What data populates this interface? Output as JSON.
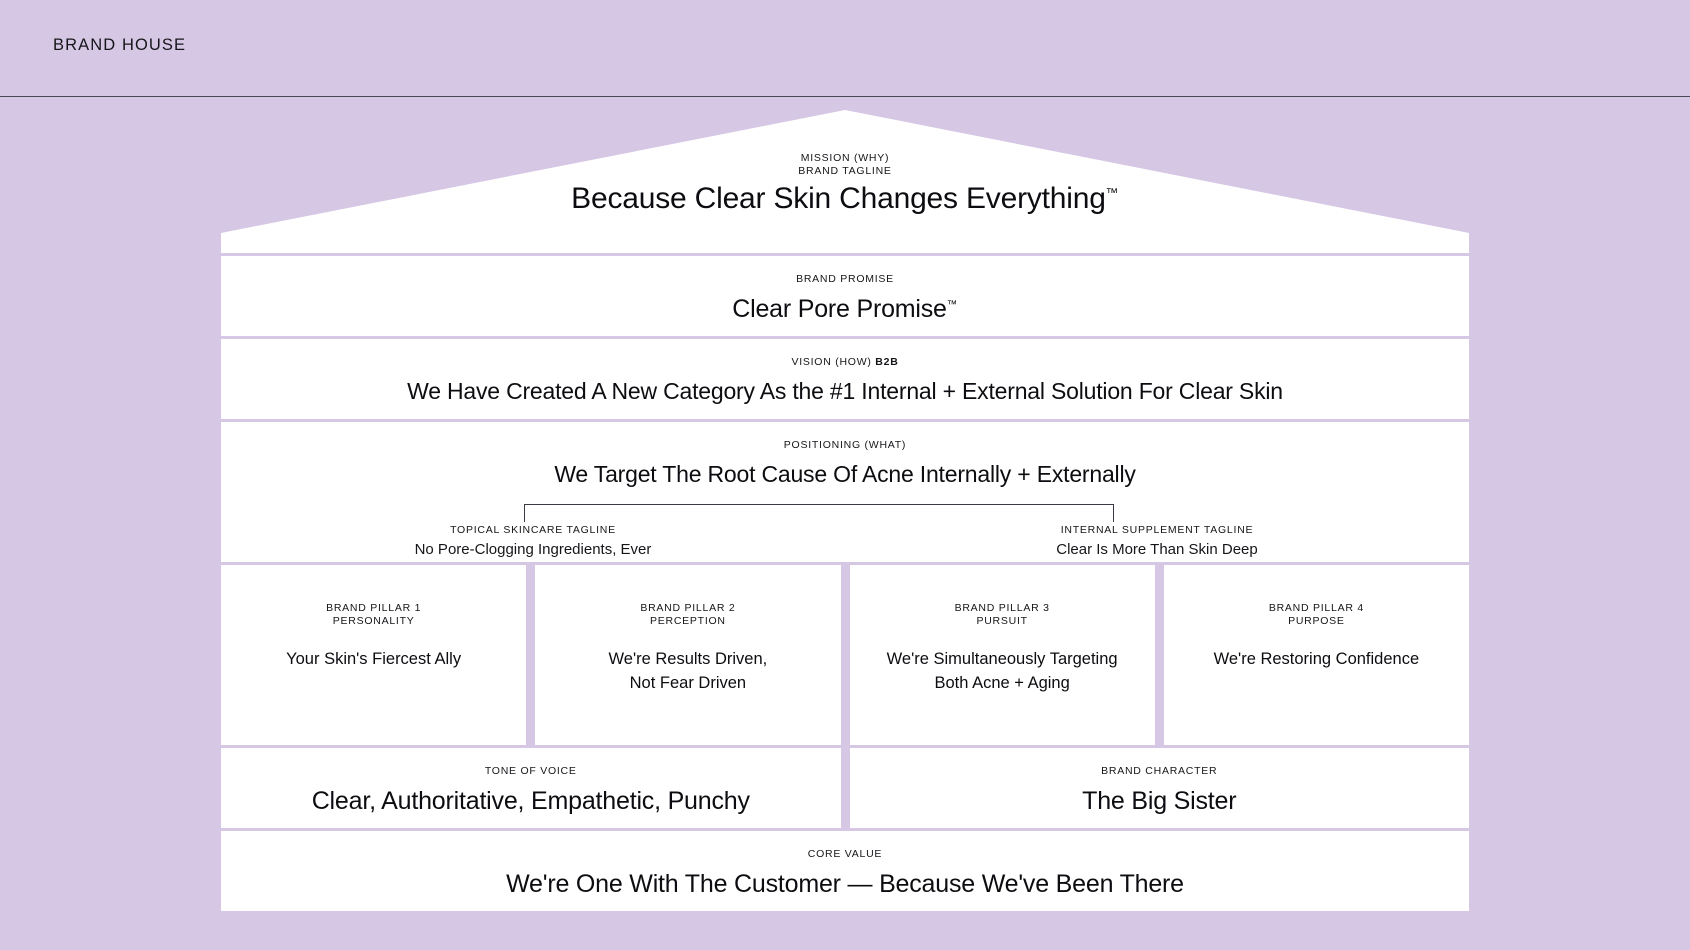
{
  "header": {
    "title": "BRAND HOUSE"
  },
  "roof": {
    "label_line_1": "MISSION (WHY)",
    "label_line_2": "BRAND TAGLINE",
    "headline": "Because Clear Skin Changes Everything",
    "trademark": "™"
  },
  "promise": {
    "label": "BRAND PROMISE",
    "headline": "Clear Pore Promise",
    "trademark": "™"
  },
  "vision": {
    "label": "VISION (HOW)",
    "label_bold": "B2B",
    "headline": "We Have Created A New Category As the #1 Internal + External Solution For Clear Skin"
  },
  "positioning": {
    "label": "POSITIONING (WHAT)",
    "headline": "We Target The Root Cause Of Acne Internally + Externally",
    "sub_taglines": [
      {
        "label": "TOPICAL SKINCARE TAGLINE",
        "value": "No Pore-Clogging Ingredients, Ever"
      },
      {
        "label": "INTERNAL SUPPLEMENT TAGLINE",
        "value": "Clear Is More Than Skin Deep"
      }
    ]
  },
  "pillars": [
    {
      "label": "BRAND PILLAR 1",
      "sublabel": "PERSONALITY",
      "text": "Your Skin's Fiercest Ally"
    },
    {
      "label": "BRAND PILLAR 2",
      "sublabel": "PERCEPTION",
      "text": "We're Results Driven,\nNot Fear Driven"
    },
    {
      "label": "BRAND PILLAR 3",
      "sublabel": "PURSUIT",
      "text": "We're Simultaneously Targeting\nBoth Acne + Aging"
    },
    {
      "label": "BRAND PILLAR 4",
      "sublabel": "PURPOSE",
      "text": "We're Restoring Confidence"
    }
  ],
  "tone_row": [
    {
      "label": "TONE OF VOICE",
      "headline": "Clear, Authoritative, Empathetic, Punchy"
    },
    {
      "label": "BRAND CHARACTER",
      "headline": "The Big Sister"
    }
  ],
  "core_value": {
    "label": "CORE VALUE",
    "headline": "We're One With The Customer — Because We've Been There"
  },
  "colors": {
    "background": "#d6c8e5",
    "panel": "#ffffff",
    "text": "#16161a",
    "divider": "#4a4a55"
  }
}
